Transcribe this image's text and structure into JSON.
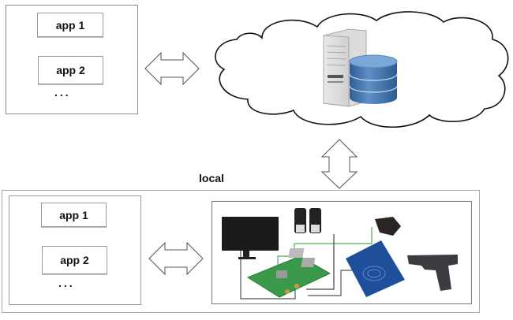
{
  "cloud_section": {
    "client_apps": [
      "app 1",
      "app 2"
    ],
    "ellipsis": "...",
    "cloud_icons": [
      "server-icon",
      "database-icon"
    ]
  },
  "local_section": {
    "title": "local",
    "client_apps": [
      "app 1",
      "app 2"
    ],
    "ellipsis": "...",
    "hardware": [
      "monitor",
      "speakers",
      "raspberry-pi-board",
      "fingerprint-sensor",
      "rfid-reader",
      "pistol"
    ]
  },
  "colors": {
    "border": "#8a8a8a",
    "db_blue": "#3f6fa8",
    "pcb_green": "#3a9a4a",
    "rfid_blue": "#1f4f9a",
    "wire_green": "#4caf50"
  }
}
